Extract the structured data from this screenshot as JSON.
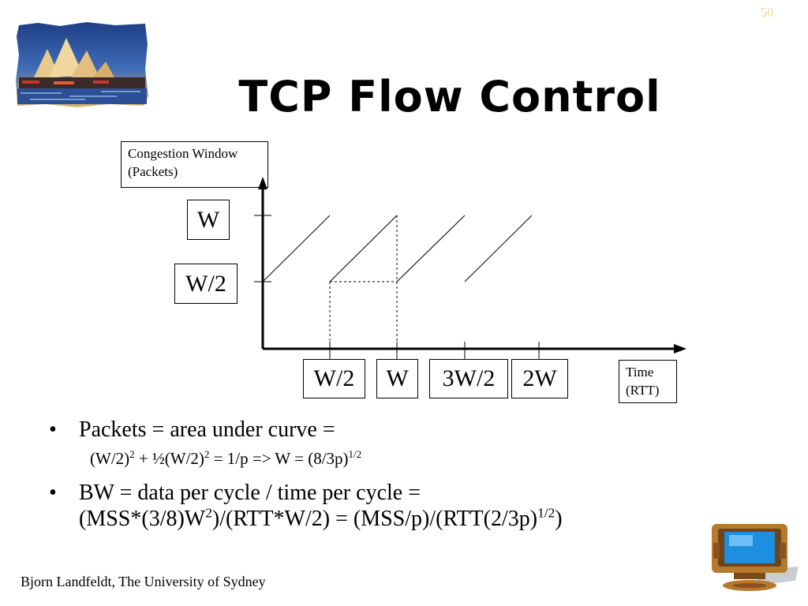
{
  "slide": {
    "number": "50",
    "title": "TCP Flow Control",
    "footer": "Bjorn Landfeldt, The University of Sydney"
  },
  "diagram": {
    "y_axis_label": [
      "Congestion Window",
      "(Packets)"
    ],
    "x_axis_label": [
      "Time",
      "(RTT)"
    ],
    "y_ticks": [
      "W",
      "W/2"
    ],
    "x_ticks": [
      "W/2",
      "W",
      "3W/2",
      "2W"
    ]
  },
  "bullets": {
    "b1_main": "Packets = area under curve =",
    "b1_sub": {
      "p1": "(W/2)",
      "s1": "2",
      "p2": " + ½(W/2)",
      "s2": "2",
      "p3": " = 1/p => W = (8/3p)",
      "s3": "1/2"
    },
    "b2_line1": "BW = data per cycle / time per cycle =",
    "b2_line2": {
      "p1": "(MSS*(3/8)W",
      "s1": "2",
      "p2": ")/(RTT*W/2) = (MSS/p)/(RTT(2/3p)",
      "s2": "1/2",
      "p3": ")"
    },
    "bullet_glyph": "•"
  }
}
